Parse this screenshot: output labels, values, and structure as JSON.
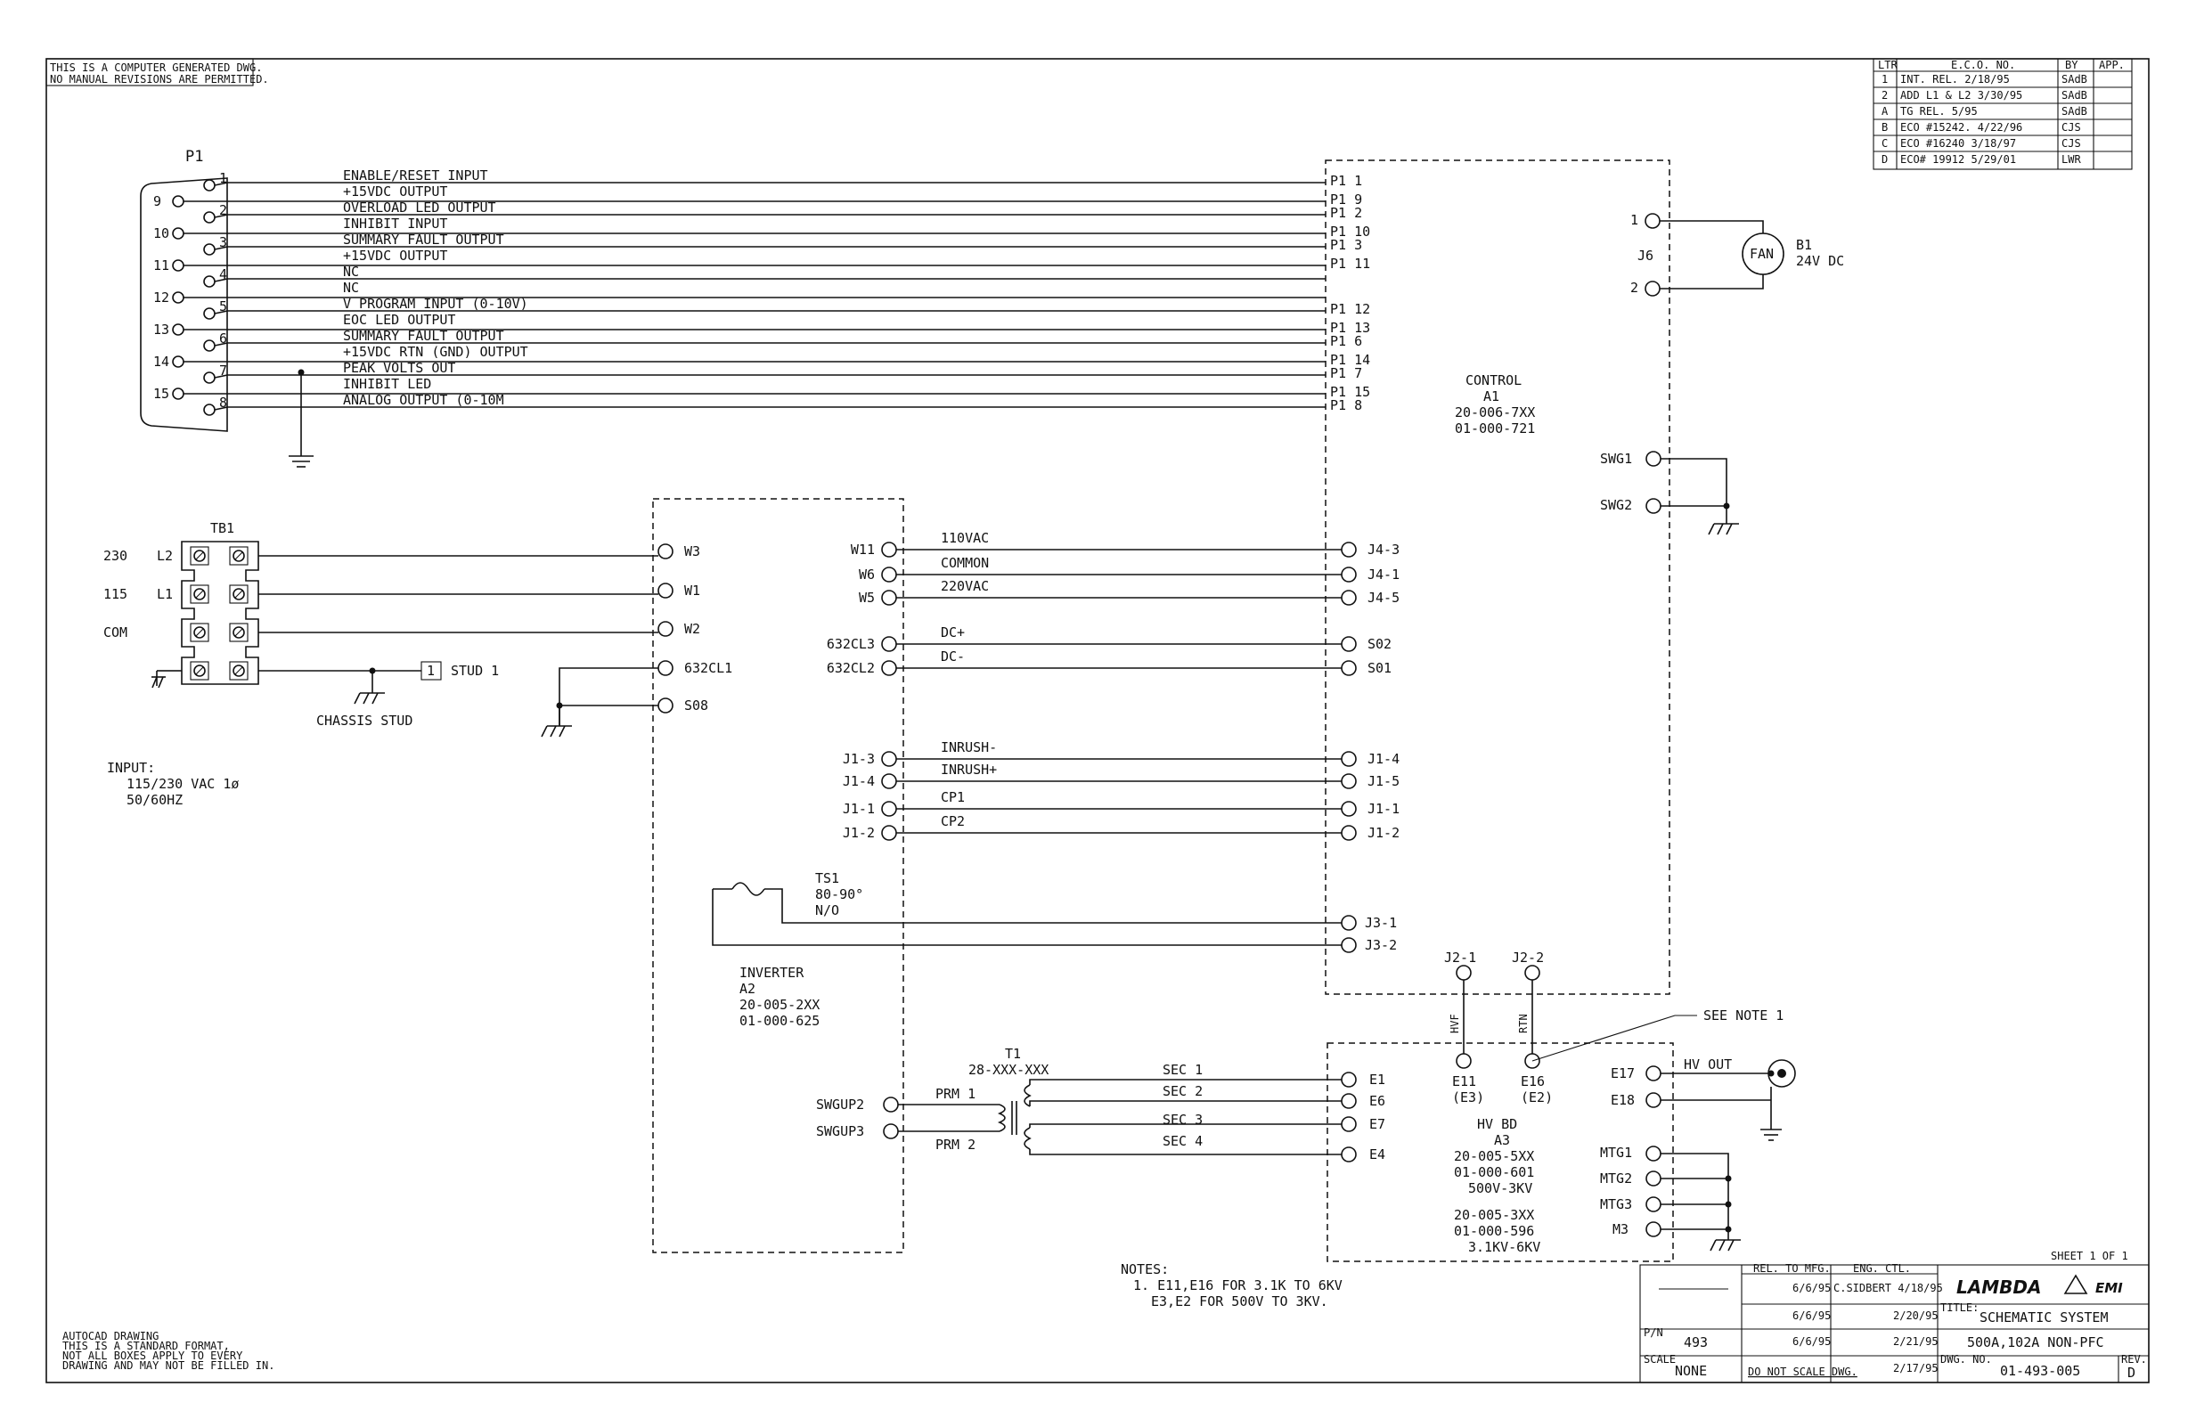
{
  "notice": {
    "line1": "THIS IS A COMPUTER GENERATED DWG.",
    "line2": "NO MANUAL REVISIONS ARE PERMITTED."
  },
  "revisions": {
    "headers": {
      "ltr": "LTR",
      "eco": "E.C.O. NO.",
      "by": "BY",
      "app": "APP."
    },
    "rows": [
      {
        "ltr": "1",
        "eco": "INT. REL.   2/18/95",
        "by": "SAdB"
      },
      {
        "ltr": "2",
        "eco": "ADD L1 & L2  3/30/95",
        "by": "SAdB"
      },
      {
        "ltr": "A",
        "eco": "TG REL.      5/95",
        "by": "SAdB"
      },
      {
        "ltr": "B",
        "eco": "ECO #15242.  4/22/96",
        "by": "CJS"
      },
      {
        "ltr": "C",
        "eco": "ECO #16240  3/18/97",
        "by": "CJS"
      },
      {
        "ltr": "D",
        "eco": "ECO# 19912  5/29/01",
        "by": "LWR"
      }
    ]
  },
  "p1": {
    "title": "P1",
    "pins_left": [
      "9",
      "10",
      "11",
      "12",
      "13",
      "14",
      "15"
    ],
    "pins_right": [
      "1",
      "2",
      "3",
      "4",
      "5",
      "6",
      "7",
      "8"
    ],
    "signals": [
      {
        "name": "ENABLE/RESET     INPUT",
        "dest": "P1  1"
      },
      {
        "name": "+15VDC  OUTPUT",
        "dest": "P1  9"
      },
      {
        "name": "OVERLOAD  LED        OUTPUT",
        "dest": "P1  2"
      },
      {
        "name": "INHIBIT  INPUT",
        "dest": "P1  10"
      },
      {
        "name": "SUMMARY  FAULT     OUTPUT",
        "dest": "P1  3"
      },
      {
        "name": "+15VDC  OUTPUT",
        "dest": "P1  11"
      },
      {
        "name": "NC",
        "dest": ""
      },
      {
        "name": "NC",
        "dest": ""
      },
      {
        "name": "V  PROGRAM  INPUT  (0-10V)",
        "dest": "P1  12"
      },
      {
        "name": "EOC  LED              OUTPUT",
        "dest": "P1  13"
      },
      {
        "name": "SUMMARY  FAULT      OUTPUT",
        "dest": "P1  6"
      },
      {
        "name": "+15VDC  RTN  (GND)  OUTPUT",
        "dest": "P1  14"
      },
      {
        "name": "PEAK  VOLTS  OUT",
        "dest": "P1  7"
      },
      {
        "name": "INHIBIT  LED",
        "dest": "P1  15"
      },
      {
        "name": "ANALOG  OUTPUT  (0-10M",
        "dest": "P1  8"
      }
    ]
  },
  "control": {
    "title": "CONTROL",
    "ref": "A1",
    "pn1": "20-006-7XX",
    "pn2": "01-000-721"
  },
  "fan": {
    "label": "FAN",
    "ref": "B1",
    "spec": "24V  DC",
    "conn": "J6",
    "pin1": "1",
    "pin2": "2"
  },
  "swg": {
    "a": "SWG1",
    "b": "SWG2"
  },
  "tb1": {
    "title": "TB1",
    "rows": [
      {
        "v": "230",
        "n": "L2"
      },
      {
        "v": "115",
        "n": "L1"
      },
      {
        "v": "COM",
        "n": ""
      },
      {
        "v": "",
        "n": ""
      }
    ],
    "stud_num": "1",
    "stud": "STUD  1",
    "chassis": "CHASSIS  STUD"
  },
  "input": {
    "l1": "INPUT:",
    "l2": "115/230  VAC  1ø",
    "l3": "50/60HZ"
  },
  "inverter": {
    "title": "INVERTER",
    "ref": "A2",
    "pn1": "20-005-2XX",
    "pn2": "01-000-625",
    "left_pins": [
      "W3",
      "W1",
      "W2",
      "632CL1",
      "S08"
    ],
    "right_pins": [
      "W11",
      "W6",
      "W5",
      "632CL3",
      "632CL2",
      "J1-3",
      "J1-4",
      "J1-1",
      "J1-2"
    ],
    "wire_labels": [
      "110VAC",
      "COMMON",
      "220VAC",
      "DC+",
      "DC-",
      "INRUSH-",
      "INRUSH+",
      "CP1",
      "CP2"
    ],
    "ctrl_pins": [
      "J4-3",
      "J4-1",
      "J4-5",
      "S02",
      "S01",
      "J1-4",
      "J1-5",
      "J1-1",
      "J1-2"
    ]
  },
  "ts1": {
    "ref": "TS1",
    "temp": "80-90°",
    "type": "N/O",
    "pin1": "J3-1",
    "pin2": "J3-2"
  },
  "transformer": {
    "ref": "T1",
    "pn": "28-XXX-XXX",
    "prm1": "PRM  1",
    "prm2": "PRM  2",
    "sec": [
      "SEC  1",
      "SEC  2",
      "SEC  3",
      "SEC  4"
    ],
    "swg": [
      "SWGUP2",
      "SWGUP3"
    ],
    "e_pins": [
      "E1",
      "E6",
      "E7",
      "E4"
    ]
  },
  "hv": {
    "title": "HV  BD",
    "ref": "A3",
    "pn1": "20-005-5XX",
    "pn2": "01-000-601",
    "rng1": "500V-3KV",
    "pn3": "20-005-3XX",
    "pn4": "01-000-596",
    "rng2": "3.1KV-6KV",
    "j21": "J2-1",
    "j22": "J2-2",
    "hvf": "HVF",
    "rtn": "RTN",
    "e11": "E11",
    "e3": "(E3)",
    "e16": "E16",
    "e2": "(E2)",
    "see_note": "SEE  NOTE  1",
    "e17": "E17",
    "e18": "E18",
    "hv_out": "HV  OUT",
    "mtg": [
      "MTG1",
      "MTG2",
      "MTG3",
      "M3"
    ]
  },
  "notes": {
    "title": "NOTES:",
    "n1": "1.  E11,E16  FOR  3.1K  TO  6KV",
    "n2": "E3,E2  FOR  500V  TO  3KV."
  },
  "autocad": {
    "l1": "AUTOCAD DRAWING",
    "l2": "THIS IS A STANDARD FORMAT,",
    "l3": "NOT ALL BOXES APPLY TO EVERY",
    "l4": "DRAWING AND MAY NOT BE FILLED IN."
  },
  "titleblock": {
    "sheet": "SHEET  1  OF  1",
    "rel_mfg": "REL. TO MFG.",
    "eng_ctl": "ENG. CTL.",
    "date_a": "6/6/95",
    "drwn": "C.SIDBERT 4/18/95",
    "date_b": "6/6/95",
    "date_c": "2/20/95",
    "pn_label": "P/N",
    "pn": "493",
    "date_d": "6/6/95",
    "date_e": "2/21/95",
    "scale_label": "SCALE",
    "scale": "NONE",
    "no_scale": "DO NOT SCALE DWG.",
    "date_f": "2/17/95",
    "brand": "LAMBDA",
    "brand2": "EMI",
    "title_label": "TITLE:",
    "title1": "SCHEMATIC  SYSTEM",
    "title2": "500A,102A  NON-PFC",
    "dwg_label": "DWG. NO.",
    "dwg": "01-493-005",
    "rev_label": "REV.",
    "rev": "D"
  }
}
